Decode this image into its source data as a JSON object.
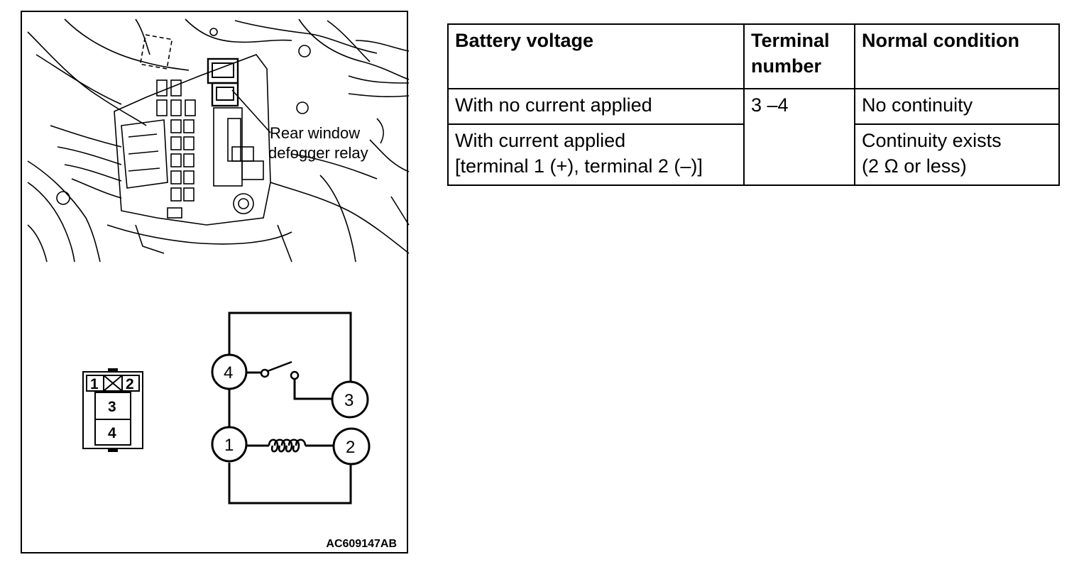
{
  "figure": {
    "callout_line1": "Rear window",
    "callout_line2": "defogger relay",
    "code": "AC609147AB",
    "connector": {
      "top_left": "1",
      "top_right": "2",
      "middle": "3",
      "bottom": "4"
    },
    "schematic": {
      "t1": "1",
      "t2": "2",
      "t3": "3",
      "t4": "4"
    }
  },
  "table": {
    "headers": [
      "Battery voltage",
      "Terminal number",
      "Normal condition"
    ],
    "header_terminal_line1": "Terminal",
    "header_terminal_line2": "number",
    "rows": [
      {
        "battery": "With no current applied",
        "terminal": "3 –4",
        "condition": "No continuity"
      },
      {
        "battery_line1": "With current applied",
        "battery_line2": "[terminal 1 (+), terminal 2 (–)]",
        "condition_line1": "Continuity exists",
        "condition_line2": "(2 Ω or less)"
      }
    ]
  }
}
